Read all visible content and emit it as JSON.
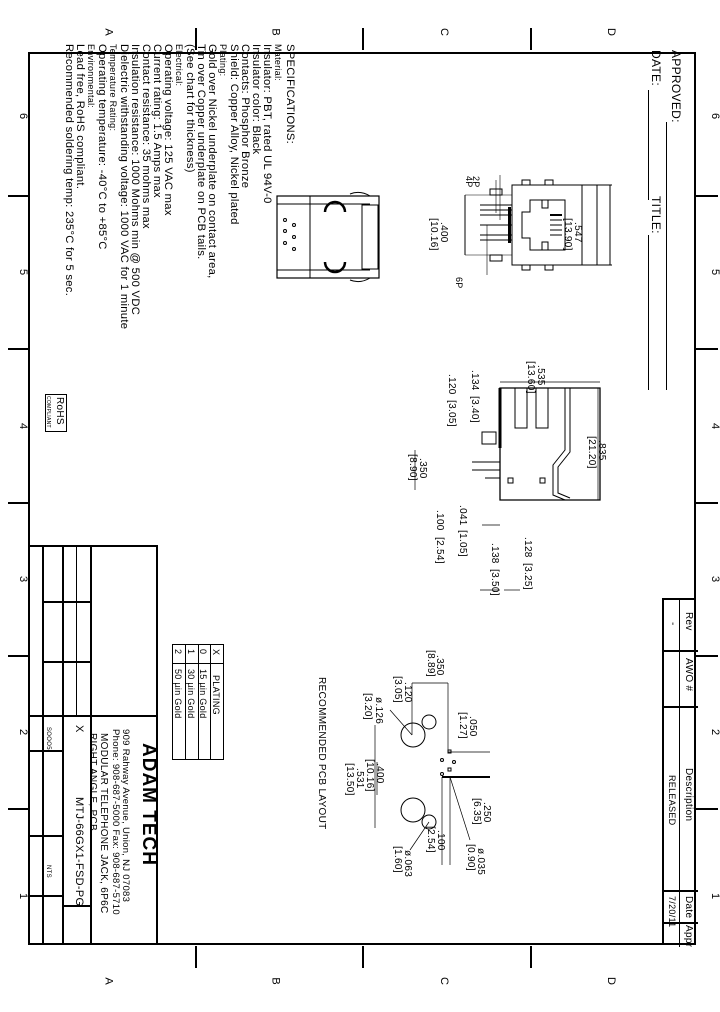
{
  "zones": {
    "columns": [
      "A",
      "B",
      "C",
      "D"
    ],
    "rows": [
      "6",
      "5",
      "4",
      "3",
      "2",
      "1"
    ]
  },
  "approval": {
    "approved_label": "APPROVED:",
    "date_label": "DATE:",
    "title_label": "TITLE:"
  },
  "specifications": {
    "heading": "SPECIFICATIONS:",
    "lines": [
      "Material:",
      "Insulator: PBT, rated UL 94V-0",
      "Insulator color: Black",
      "Contacts: Phosphor Bronze",
      "Shield: Copper Alloy, Nickel plated",
      "Plating:",
      "Gold over Nickel underplate on contact area,",
      "Tin over Copper underplate on PCB tails.",
      "(See chart for thickness)",
      "Electrical:",
      "Operating voltage: 125 VAC max",
      "Current rating: 1.5 Amps max",
      "Contact resistance: 35 mohms max",
      "Insulation resistance: 1000 Mohms min @ 500 VDC",
      "Dielectric withstanding voltage: 1000 VAC for 1 minute",
      "Temperature Rating:",
      "Operating temperature: -40°C to +85°C",
      "Environmental:",
      "Lead free, RoHS compliant.",
      "Recommended soldering temp: 235°C for 5 sec."
    ]
  },
  "rohs_badge": {
    "main": "RoHS",
    "sub": "COMPLIANT"
  },
  "front_view": {
    "dims": [
      {
        "inch": ".547",
        "mm": "[13.90]"
      },
      {
        "inch": ".400",
        "mm": "[10.16]"
      }
    ],
    "pin_labels": [
      "2P",
      "4P",
      "6P"
    ]
  },
  "side_view": {
    "dims": [
      {
        "inch": ".535",
        "mm": "[13.60]"
      },
      {
        "inch": ".835",
        "mm": "[21.20]"
      },
      {
        "inch": ".134",
        "mm": "[3.40]"
      },
      {
        "inch": ".120",
        "mm": "[3.05]"
      },
      {
        "inch": ".350",
        "mm": "[8.90]"
      },
      {
        "inch": ".100",
        "mm": "[2.54]"
      },
      {
        "inch": ".041",
        "mm": "[1.05]"
      },
      {
        "inch": ".138",
        "mm": "[3.50]"
      },
      {
        "inch": ".128",
        "mm": "[3.25]"
      }
    ]
  },
  "pcb_layout": {
    "title": "RECOMMENDED PCB LAYOUT",
    "dims": [
      {
        "inch": ".350",
        "mm": "[8.89]"
      },
      {
        "inch": ".120",
        "mm": "[3.05]"
      },
      {
        "inch": "ø.126",
        "mm": "[3.20]"
      },
      {
        "inch": ".050",
        "mm": "[1.27]"
      },
      {
        "inch": ".400",
        "mm": "[10.16]"
      },
      {
        "inch": ".531",
        "mm": "[13.50]"
      },
      {
        "inch": ".250",
        "mm": "[6.35]"
      },
      {
        "inch": ".100",
        "mm": "[2.54]"
      },
      {
        "inch": "ø.063",
        "mm": "[1.60]"
      },
      {
        "inch": "ø.035",
        "mm": "[0.90]"
      }
    ]
  },
  "plating_table": {
    "headers": [
      "X",
      "PLATING"
    ],
    "rows": [
      [
        "0",
        "15 µin Gold"
      ],
      [
        "1",
        "30 µin Gold"
      ],
      [
        "2",
        "50 µin Gold"
      ]
    ]
  },
  "revision_table": {
    "headers": [
      "Rev",
      "AWO #",
      "Description",
      "Date",
      "Appr"
    ],
    "row": [
      "-",
      "",
      "RELEASED",
      "7/20/11",
      ""
    ]
  },
  "title_block": {
    "company": "ADAM TECH",
    "address": "909 Rahway Avenue, Union, NJ 07083",
    "phone": "Phone: 908-687-5000 Fax: 908-687-5710",
    "description_line1": "MODULAR TELEPHONE JACK, 6P6C",
    "description_line2": "RIGHT ANGLE, PCB",
    "part_number": "MTJ-66GX1-FSD-PG",
    "x_label": "X",
    "size_value": "SOOO5",
    "scale_value": "NTS"
  }
}
